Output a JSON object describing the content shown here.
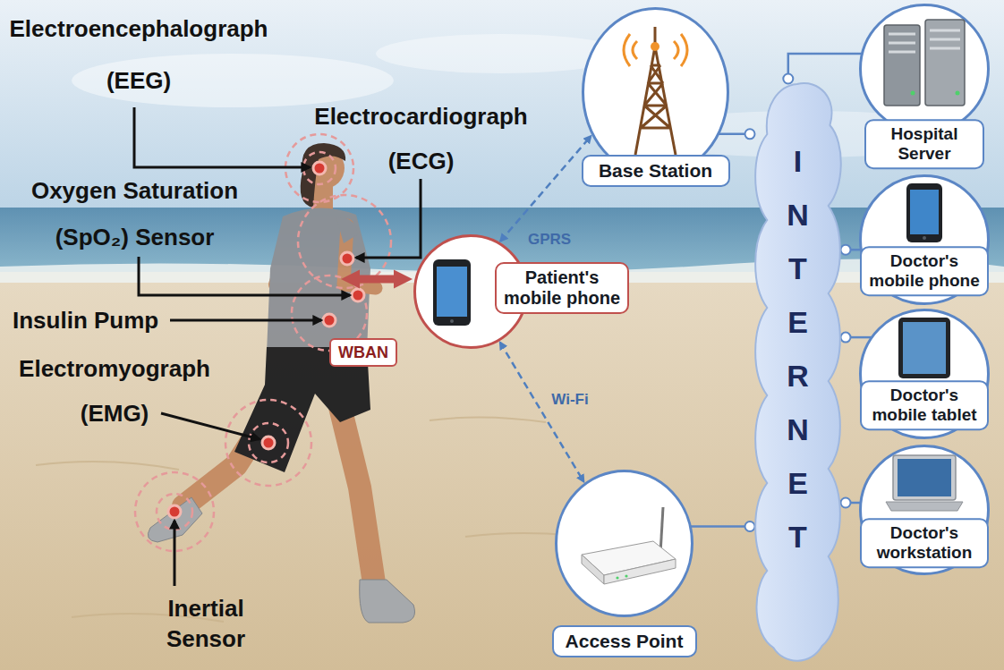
{
  "diagram": {
    "nodes": [
      {
        "text": [
          "Base Station"
        ]
      },
      {
        "text": [
          "Hospital Server"
        ]
      },
      {
        "text": [
          "Patient's mobile phone"
        ]
      },
      {
        "text": [
          "WBAN"
        ]
      },
      {
        "text": [
          "INTERNET"
        ]
      },
      {
        "text": [
          "Doctor's mobile phone"
        ]
      },
      {
        "text": [
          "Doctor's mobile tablet"
        ]
      },
      {
        "text": [
          "Access Point"
        ]
      },
      {
        "text": [
          "Doctor's workstation"
        ]
      }
    ],
    "edges": [
      {
        "from": 2,
        "to": 0,
        "arrow": "both",
        "label": "GPRS"
      },
      {
        "from": 2,
        "to": 7,
        "arrow": "both",
        "label": "Wi-Fi"
      },
      {
        "from": 0,
        "to": 4,
        "arrow": "none"
      },
      {
        "from": 4,
        "to": 1,
        "arrow": "none"
      },
      {
        "from": 4,
        "to": 5,
        "arrow": "none"
      },
      {
        "from": 4,
        "to": 6,
        "arrow": "none"
      },
      {
        "from": 7,
        "to": 4,
        "arrow": "none"
      },
      {
        "from": 4,
        "to": 8,
        "arrow": "none"
      }
    ],
    "labels": [
      "Electroencephalograph (EEG)",
      "Electrocardiograph (ECG)",
      "Oxygen Saturation (SpO₂) Sensor",
      "Insulin Pump",
      "Electromyograph (EMG)",
      "Inertial Sensor"
    ]
  }
}
